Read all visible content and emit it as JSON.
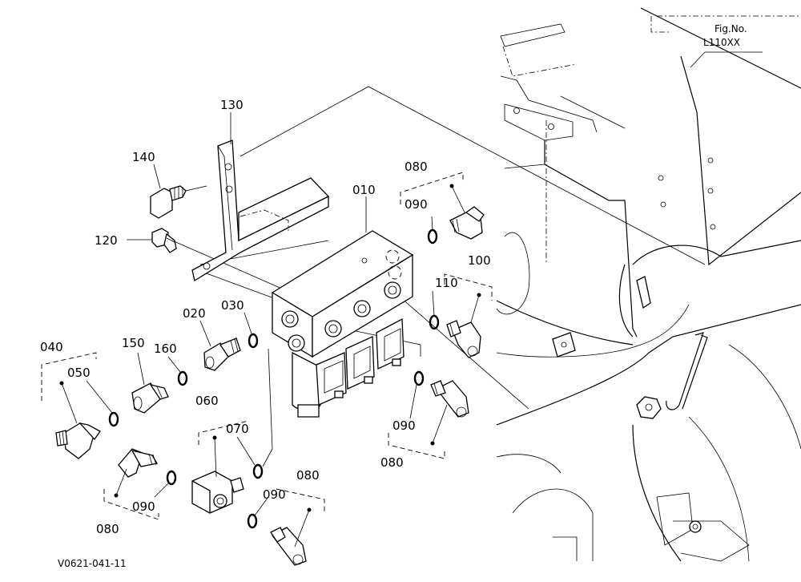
{
  "figure": {
    "fig_no_label": "Fig.No.",
    "fig_code": "L110XX",
    "drawing_code": "V0621-041-11"
  },
  "callouts": {
    "p010": "010",
    "p020": "020",
    "p030": "030",
    "p040": "040",
    "p050": "050",
    "p060": "060",
    "p070": "070",
    "p080_a": "080",
    "p080_b": "080",
    "p080_c": "080",
    "p080_d": "080",
    "p090_a": "090",
    "p090_b": "090",
    "p090_c": "090",
    "p090_d": "090",
    "p100": "100",
    "p110": "110",
    "p120": "120",
    "p130": "130",
    "p140": "140",
    "p150": "150",
    "p160": "160"
  }
}
